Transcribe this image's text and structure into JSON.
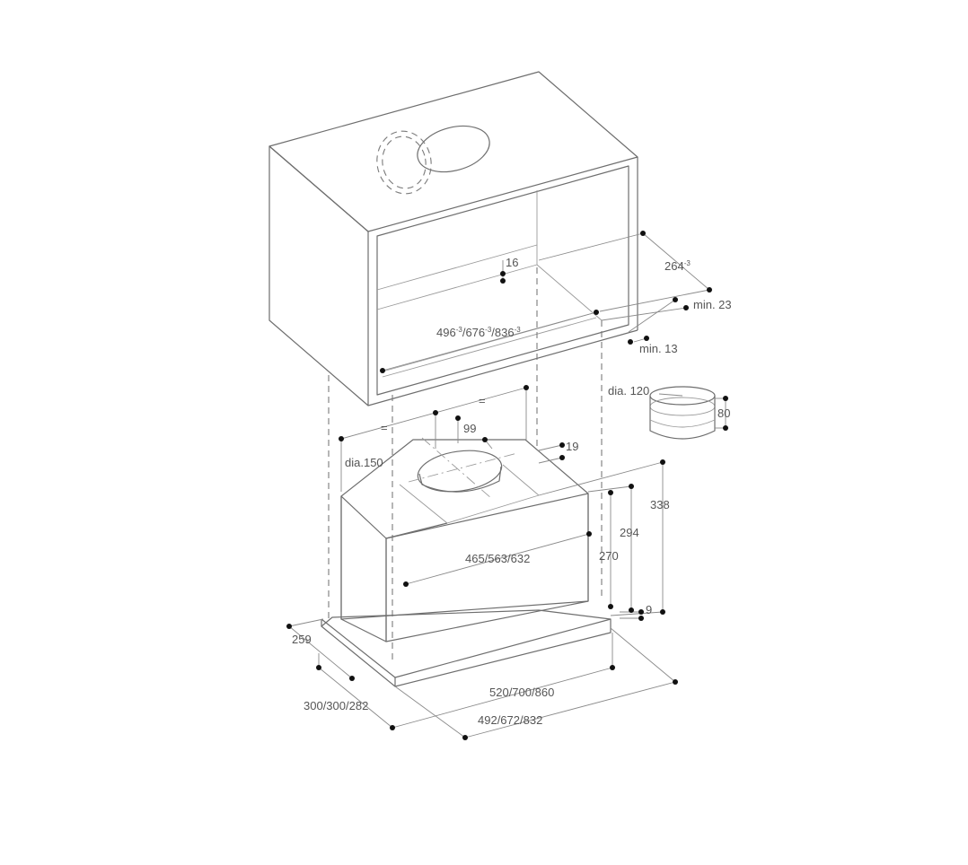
{
  "labels": {
    "d264": "264",
    "d264_sup": "-3",
    "d16": "16",
    "min23": "min. 23",
    "min13": "min. 13",
    "w496": "496",
    "w676": "676",
    "w836": "836",
    "w_sup": "-3",
    "slash": "/",
    "dia120": "dia. 120",
    "d80": "80",
    "eq": "=",
    "d99": "99",
    "d19": "19",
    "dia150": "dia.150",
    "d338": "338",
    "d294": "294",
    "d270": "270",
    "d465": "465/563/632",
    "d9": "9",
    "d259": "259",
    "d300": "300/300/282",
    "d520": "520/700/860",
    "d492": "492/672/832"
  }
}
